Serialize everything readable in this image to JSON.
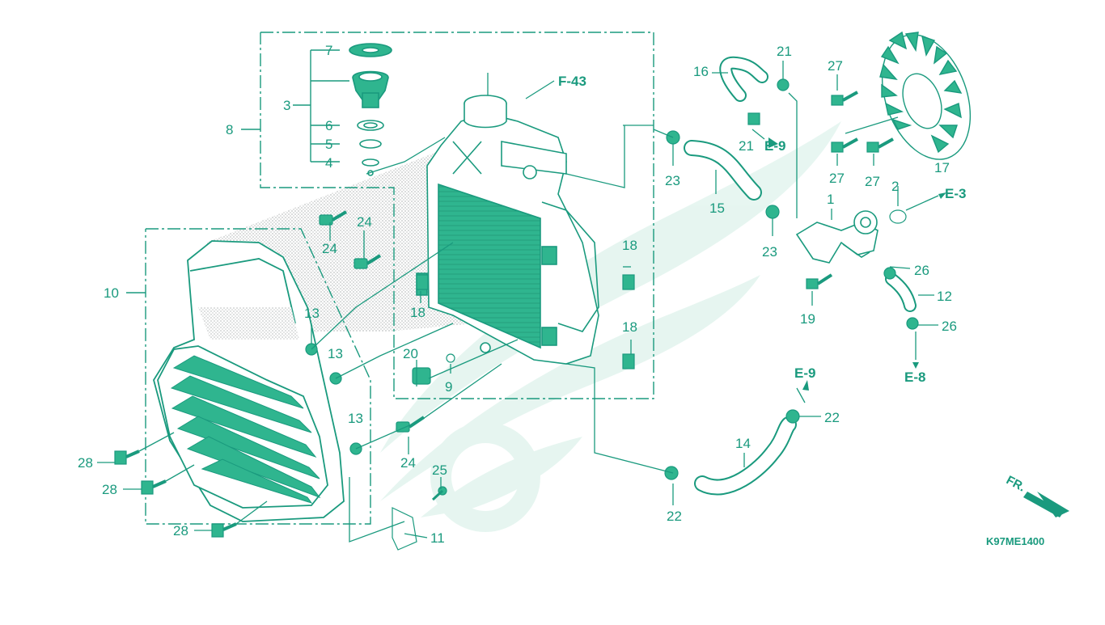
{
  "diagram": {
    "drawing_code": "K97ME1400",
    "direction_label": "FR.",
    "references": {
      "f43": "F-43",
      "e9_a": "E-9",
      "e3": "E-3",
      "e8": "E-8",
      "e9_b": "E-9"
    },
    "callouts": {
      "c1": "1",
      "c2": "2",
      "c3": "3",
      "c4": "4",
      "c5": "5",
      "c6": "6",
      "c7": "7",
      "c8": "8",
      "c9": "9",
      "c10": "10",
      "c11": "11",
      "c12": "12",
      "c13a": "13",
      "c13b": "13",
      "c13c": "13",
      "c14": "14",
      "c15": "15",
      "c16": "16",
      "c17": "17",
      "c18a": "18",
      "c18b": "18",
      "c18c": "18",
      "c19": "19",
      "c20": "20",
      "c21a": "21",
      "c21b": "21",
      "c22a": "22",
      "c22b": "22",
      "c23a": "23",
      "c23b": "23",
      "c24a": "24",
      "c24b": "24",
      "c24c": "24",
      "c25": "25",
      "c26a": "26",
      "c26b": "26",
      "c27a": "27",
      "c27b": "27",
      "c27c": "27",
      "c28a": "28",
      "c28b": "28",
      "c28c": "28"
    },
    "colors": {
      "ink": "#1a9a7e",
      "fill": "#2fb58f",
      "dot": "#bfc2c2",
      "watermark": "#e3f4ee"
    }
  }
}
